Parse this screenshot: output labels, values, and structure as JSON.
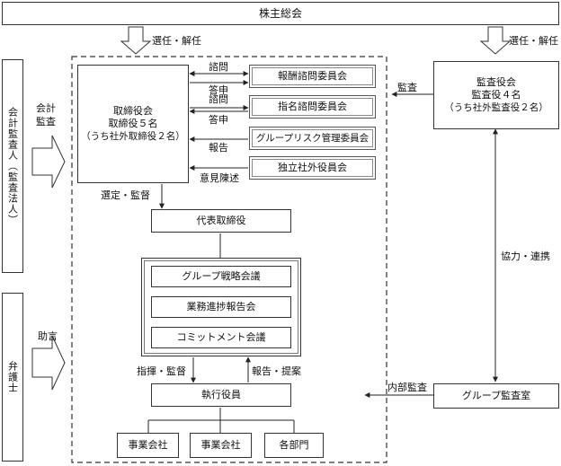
{
  "shareholders": "株主総会",
  "elect_left": "選任・解任",
  "elect_right": "選任・解任",
  "board": {
    "l1": "取締役会",
    "l2": "取締役５名",
    "l3": "（うち社外取締役２名）"
  },
  "committees": {
    "compensation": "報酬諮問委員会",
    "nomination": "指名諮問委員会",
    "risk": "グループリスク管理委員会",
    "independent": "独立社外役員会"
  },
  "arrows": {
    "consult1": "諮問",
    "report1": "答申",
    "consult2": "諮問",
    "report2": "答申",
    "report3": "報告",
    "opinion": "意見陳述",
    "select_supervise": "選定・監督",
    "audit": "監査",
    "accounting_audit": "会計\n監査",
    "advice": "助言",
    "cooperation": "協力・連携",
    "internal_audit": "内部監査",
    "command": "指揮・監督",
    "report_propose": "報告・提案"
  },
  "auditors": {
    "l1": "監査役会",
    "l2": "監査役４名",
    "l3": "（うち社外監査役２名）"
  },
  "representative": "代表取締役",
  "meetings": {
    "strategy": "グループ戦略会議",
    "progress": "業務進捗報告会",
    "commitment": "コミットメント会議"
  },
  "executives": "執行役員",
  "subs": {
    "a": "事業会社",
    "b": "事業会社",
    "c": "各部門"
  },
  "accounting_auditor": "会計監査人（監査法人）",
  "lawyer": "弁護士",
  "group_audit": "グループ監査室"
}
